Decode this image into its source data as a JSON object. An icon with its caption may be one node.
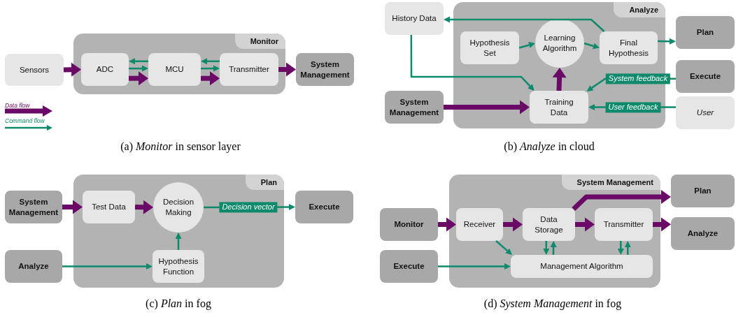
{
  "diagram": {
    "nodes": [
      {
        "text": [
          "Monitor"
        ]
      },
      {
        "text": [
          "Sensors"
        ]
      },
      {
        "text": [
          "ADC"
        ],
        "in": 0
      },
      {
        "text": [
          "MCU"
        ],
        "in": 0
      },
      {
        "text": [
          "Transmitter"
        ],
        "in": 0
      },
      {
        "text": [
          "System Management"
        ]
      },
      {
        "text": [
          "Analyze"
        ]
      },
      {
        "text": [
          "History Data"
        ]
      },
      {
        "text": [
          "Hypothesis Set"
        ],
        "in": 6
      },
      {
        "text": [
          "Learning Algorithm"
        ],
        "in": 6
      },
      {
        "text": [
          "Final Hypothesis"
        ],
        "in": 6
      },
      {
        "text": [
          "Plan"
        ]
      },
      {
        "text": [
          "Execute"
        ]
      },
      {
        "text": [
          "System Management"
        ]
      },
      {
        "text": [
          "Training Data"
        ],
        "in": 6
      },
      {
        "text": [
          "User"
        ]
      },
      {
        "text": [
          "Plan"
        ]
      },
      {
        "text": [
          "System Management"
        ]
      },
      {
        "text": [
          "Test Data"
        ],
        "in": 16
      },
      {
        "text": [
          "Decision Making"
        ],
        "in": 16
      },
      {
        "text": [
          "Execute"
        ]
      },
      {
        "text": [
          "Analyze"
        ]
      },
      {
        "text": [
          "Hypothesis Function"
        ],
        "in": 16
      },
      {
        "text": [
          "System Management"
        ]
      },
      {
        "text": [
          "Plan"
        ]
      },
      {
        "text": [
          "Monitor"
        ]
      },
      {
        "text": [
          "Receiver"
        ],
        "in": 23
      },
      {
        "text": [
          "Data Storage"
        ],
        "in": 23
      },
      {
        "text": [
          "Transmitter"
        ],
        "in": 23
      },
      {
        "text": [
          "Analyze"
        ]
      },
      {
        "text": [
          "Execute"
        ]
      },
      {
        "text": [
          "Management Algorithm"
        ],
        "in": 23
      }
    ],
    "edges": [
      {
        "from": 1,
        "to": 2,
        "arrow": "to",
        "style": "thick",
        "color": "#6b0a66"
      },
      {
        "from": 3,
        "to": 2,
        "arrow": "to"
      },
      {
        "from": 2,
        "to": 3,
        "arrow": "to"
      },
      {
        "from": 2,
        "to": 3,
        "arrow": "to",
        "style": "thick",
        "color": "#6b0a66"
      },
      {
        "from": 4,
        "to": 3,
        "arrow": "to"
      },
      {
        "from": 3,
        "to": 4,
        "arrow": "to"
      },
      {
        "from": 3,
        "to": 4,
        "arrow": "to",
        "style": "thick",
        "color": "#6b0a66"
      },
      {
        "from": 4,
        "to": 5,
        "arrow": "to",
        "style": "thick",
        "color": "#6b0a66"
      },
      {
        "from": 10,
        "to": 7,
        "arrow": "to"
      },
      {
        "from": 8,
        "to": 9,
        "arrow": "to"
      },
      {
        "from": 9,
        "to": 10,
        "arrow": "to"
      },
      {
        "from": 10,
        "to": 11,
        "arrow": "to"
      },
      {
        "from": 7,
        "to": 14,
        "arrow": "to"
      },
      {
        "from": 12,
        "to": 14,
        "arrow": "to",
        "label": "System feedback"
      },
      {
        "from": 13,
        "to": 14,
        "arrow": "to",
        "style": "thick",
        "color": "#6b0a66"
      },
      {
        "from": 14,
        "to": 9,
        "arrow": "to",
        "style": "thick",
        "color": "#6b0a66"
      },
      {
        "from": 15,
        "to": 14,
        "arrow": "to",
        "label": "User feedback"
      },
      {
        "from": 17,
        "to": 18,
        "arrow": "to",
        "style": "thick",
        "color": "#6b0a66"
      },
      {
        "from": 18,
        "to": 19,
        "arrow": "to",
        "style": "thick",
        "color": "#6b0a66"
      },
      {
        "from": 19,
        "to": 20,
        "arrow": "to",
        "label": "Decision vector"
      },
      {
        "from": 21,
        "to": 22,
        "arrow": "to"
      },
      {
        "from": 22,
        "to": 19,
        "arrow": "to"
      },
      {
        "from": 25,
        "to": 26,
        "arrow": "to",
        "style": "thick",
        "color": "#6b0a66"
      },
      {
        "from": 26,
        "to": 27,
        "arrow": "to",
        "style": "thick",
        "color": "#6b0a66"
      },
      {
        "from": 27,
        "to": 28,
        "arrow": "to",
        "style": "thick",
        "color": "#6b0a66"
      },
      {
        "from": 27,
        "to": 24,
        "arrow": "to",
        "style": "thick",
        "color": "#6b0a66"
      },
      {
        "from": 28,
        "to": 29,
        "arrow": "to",
        "style": "thick",
        "color": "#6b0a66"
      },
      {
        "from": 26,
        "to": 31,
        "arrow": "to"
      },
      {
        "from": 27,
        "to": 31,
        "arrow": "to"
      },
      {
        "from": 31,
        "to": 27,
        "arrow": "to"
      },
      {
        "from": 28,
        "to": 31,
        "arrow": "to"
      },
      {
        "from": 31,
        "to": 28,
        "arrow": "to"
      },
      {
        "from": 30,
        "to": 31,
        "arrow": "to"
      }
    ],
    "labels": [
      "(a) *Monitor* in sensor layer",
      "(b) *Analyze* in cloud",
      "(c) *Plan* in fog",
      "(d) *System Management* in fog"
    ],
    "legend": [
      {
        "text": "Data flow"
      },
      {
        "text": "Command flow"
      }
    ]
  }
}
